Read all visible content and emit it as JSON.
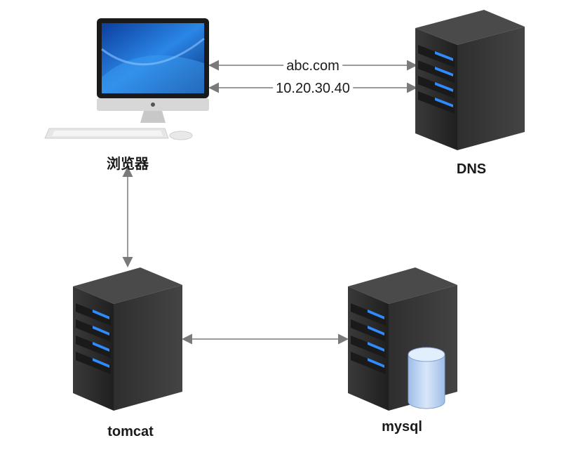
{
  "nodes": {
    "browser": {
      "label": "浏览器",
      "icon": "desktop-computer-icon"
    },
    "dns": {
      "label": "DNS",
      "icon": "server-icon"
    },
    "tomcat": {
      "label": "tomcat",
      "icon": "server-icon"
    },
    "mysql": {
      "label": "mysql",
      "icon": "database-server-icon"
    }
  },
  "edges": {
    "request": {
      "label": "abc.com",
      "from": "browser",
      "to": "dns"
    },
    "response": {
      "label": "10.20.30.40",
      "from": "dns",
      "to": "browser"
    },
    "browser_tomcat": {
      "from": "browser",
      "to": "tomcat"
    },
    "tomcat_mysql": {
      "from": "tomcat",
      "to": "mysql"
    }
  },
  "colors": {
    "server_body": "#2b2b2b",
    "server_light": "#2f8cff",
    "screen_blue": "#1f6fd6",
    "edge": "#7a7a7a",
    "database": "#b8d0f0"
  }
}
